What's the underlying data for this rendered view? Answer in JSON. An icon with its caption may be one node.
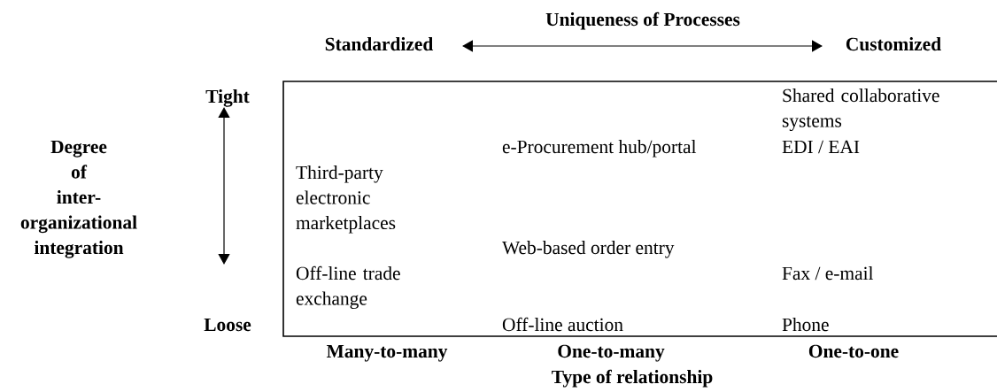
{
  "diagram": {
    "labels": [
      "Uniqueness of Processes",
      "Standardized",
      "Customized",
      "Tight",
      "Shared collaborative systems",
      "Degree of inter-organizational integration",
      "e-Procurement hub/portal",
      "EDI / EAI",
      "Third-party electronic marketplaces",
      "Web-based order entry",
      "Off-line trade exchange",
      "Fax / e-mail",
      "Loose",
      "Off-line auction",
      "Phone",
      "Many-to-many",
      "One-to-many",
      "One-to-one",
      "Type of relationship"
    ]
  }
}
